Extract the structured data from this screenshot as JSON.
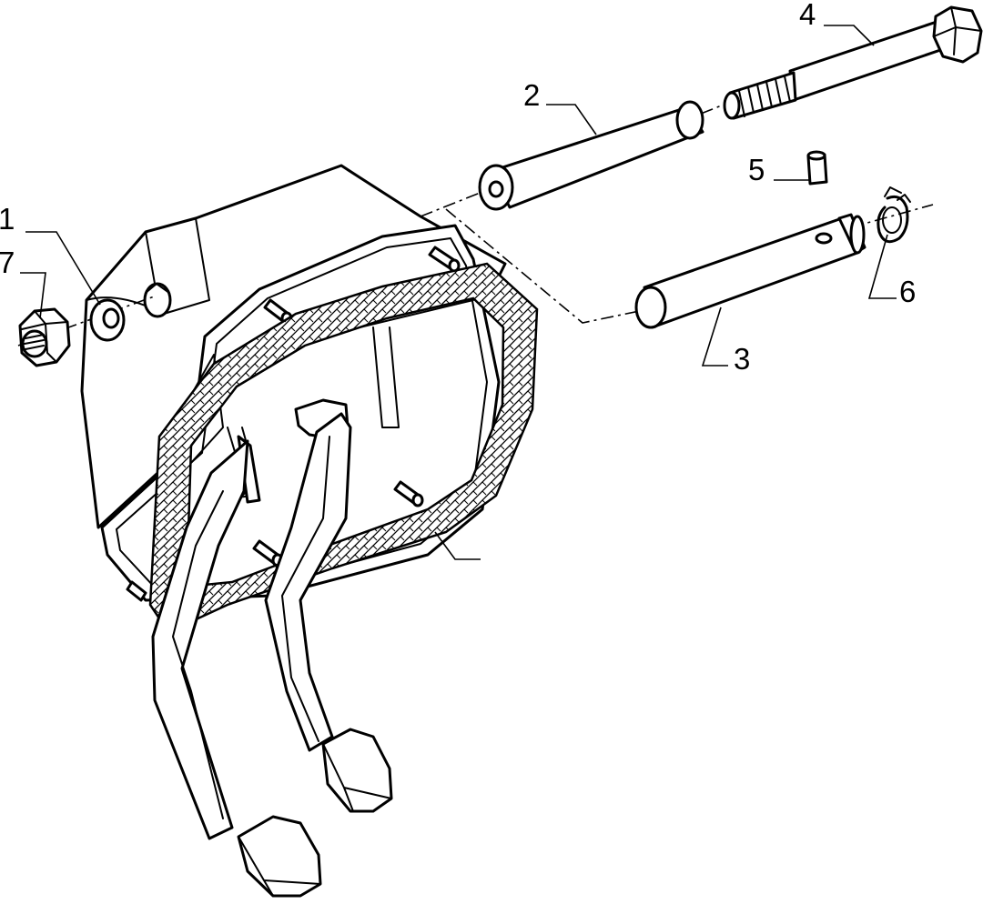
{
  "callouts": {
    "c1": "1",
    "c2": "2",
    "c3": "3",
    "c4": "4",
    "c5": "5",
    "c6": "6",
    "c7": "7"
  },
  "parts": [
    {
      "number": "1",
      "icon": "washer-icon"
    },
    {
      "number": "2",
      "icon": "spacer-tube-icon"
    },
    {
      "number": "3",
      "icon": "pivot-pin-icon"
    },
    {
      "number": "4",
      "icon": "bolt-icon"
    },
    {
      "number": "5",
      "icon": "bushing-icon"
    },
    {
      "number": "6",
      "icon": "circlip-icon"
    },
    {
      "number": "7",
      "icon": "nut-icon"
    }
  ],
  "assembly_icon": "pedal-box-icon",
  "colors": {
    "ink": "#000000",
    "paper": "#ffffff"
  }
}
